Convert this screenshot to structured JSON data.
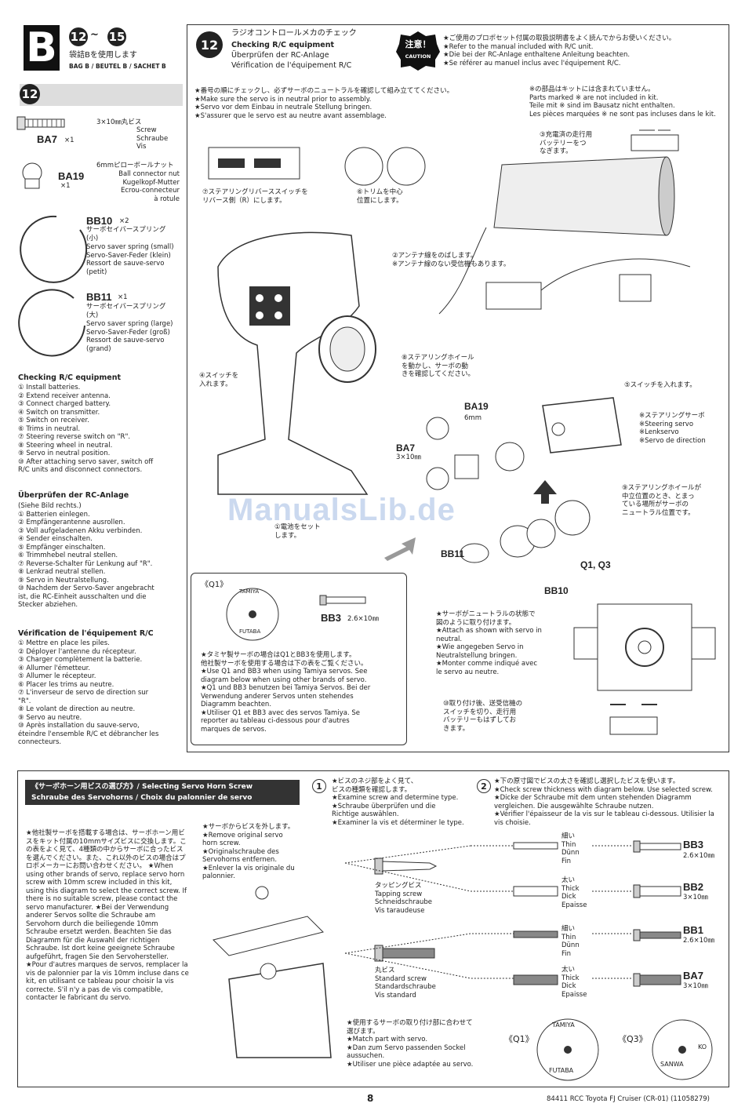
{
  "header": {
    "section_letter": "B",
    "step_range_start": "12",
    "step_range_sep": "~",
    "step_range_end": "15",
    "bag_jp": "袋詰Bを使用します",
    "bag_label": "BAG B / BEUTEL B / SACHET B"
  },
  "parts": {
    "step_badge": "12",
    "ba7": {
      "code": "BA7",
      "qty": "×1",
      "jp": "3×10㎜丸ビス",
      "desc": "Screw\nSchraube\nVis"
    },
    "ba19": {
      "code": "BA19",
      "qty": "×1",
      "jp": "6mmピローボールナット",
      "desc": "Ball connector nut\nKugelkopf-Mutter\nEcrou-connecteur\nà rotule"
    },
    "bb10": {
      "code": "BB10",
      "qty": "×2",
      "jp": "サーボセイバースプリング\n(小)",
      "desc": "Servo saver spring (small)\nServo-Saver-Feder (klein)\nRessort de sauve-servo\n(petit)"
    },
    "bb11": {
      "code": "BB11",
      "qty": "×1",
      "jp": "サーボセイバースプリング\n(大)",
      "desc": "Servo saver spring (large)\nServo-Saver-Feder (groß)\nRessort de sauve-servo\n(grand)"
    }
  },
  "check_lists": {
    "en_title": "Checking R/C equipment",
    "en_items": "① Install batteries.\n② Extend receiver antenna.\n③ Connect charged battery.\n④ Switch on transmitter.\n⑤ Switch on receiver.\n⑥ Trims in neutral.\n⑦ Steering reverse switch on \"R\".\n⑧ Steering wheel in neutral.\n⑨ Servo in neutral position.\n⑩ After attaching servo saver, switch off\nR/C units and disconnect connectors.",
    "de_title": "Überprüfen der RC-Anlage",
    "de_items": "(Siehe Bild rechts.)\n① Batterien einlegen.\n② Empfängerantenne ausrollen.\n③ Voll aufgeladenen Akku verbinden.\n④ Sender einschalten.\n⑤ Empfänger einschalten.\n⑥ Trimmhebel neutral stellen.\n⑦ Reverse-Schalter für Lenkung auf \"R\".\n⑧ Lenkrad neutral stellen.\n⑨ Servo in Neutralstellung.\n⑩ Nachdem der Servo-Saver angebracht\nist, die RC-Einheit ausschalten und die\nStecker abziehen.",
    "fr_title": "Vérification de l'équipement R/C",
    "fr_items": "① Mettre en place les piles.\n② Déployer l'antenne du récepteur.\n③ Charger complètement la batterie.\n④ Allumer l'émetteur.\n⑤ Allumer le récepteur.\n⑥ Placer les trims au neutre.\n⑦ L'inverseur de servo de direction sur\n\"R\".\n⑧ Le volant de direction au neutre.\n⑨ Servo au neutre.\n⑩ Après installation du sauve-servo,\néteindre l'ensemble R/C et débrancher les\nconnecteurs."
  },
  "step12": {
    "number": "12",
    "title_jp": "ラジオコントロールメカのチェック",
    "title_en": "Checking R/C equipment",
    "title_de": "Überprüfen der RC-Anlage",
    "title_fr": "Vérification de l'équipement R/C",
    "caution_jp": "注意！",
    "caution_en": "CAUTION",
    "caution_text": "★ご使用のプロポセット付属の取扱説明書をよく読んでからお使いください。\n★Refer to the manual included with R/C unit.\n★Die bei der RC-Anlage enthaltene Anleitung beachten.\n★Se référer au manuel inclus avec l'équipement R/C.",
    "neutral_note": "★番号の順にチェックし、必ずサーボのニュートラルを確認して組み立ててください。\n★Make sure the servo is in neutral prior to assembly.\n★Servo vor dem Einbau in neutrale Stellung bringen.\n★S'assurer que le servo est au neutre avant assemblage.",
    "not_included": "※の部品はキットには含まれていません。\nParts marked ※ are not included in kit.\nTeile mit ※ sind im Bausatz nicht enthalten.\nLes pièces marquées ※ ne sont pas incluses dans le kit.",
    "c1": "①電池をセット\nします。",
    "c2": "②アンテナ線をのばします。\n※アンテナ線のない受信機もあります。",
    "c3": "③充電済の走行用\nバッテリーをつ\nなぎます。",
    "c4": "④スイッチを\n入れます。",
    "c5": "⑤スイッチを入れます。",
    "c6": "⑥トリムを中心\n位置にします。",
    "c7": "⑦ステアリングリバーススイッチを\nリバース側（R）にします。",
    "c8": "⑧ステアリングホイール\nを動かし、サーボの動\nきを確認してください。",
    "c9": "⑨ステアリングホイールが\n中立位置のとき、とまっ\nている場所がサーボの\nニュートラル位置です。",
    "c10": "⑩取り付け後、送受信機の\nスイッチを切り、走行用\nバッテリーもはずしてお\nきます。",
    "servo_label": "※ステアリングサーボ\n※Steering servo\n※Lenkservo\n※Servo de direction",
    "ba19_label": "BA19",
    "ba19_sub": "6mm",
    "ba7_label": "BA7",
    "ba7_sub": "3×10㎜",
    "bb11_label": "BB11",
    "bb10_label": "BB10",
    "q_label": "Q1, Q3",
    "attach_note": "★サーボがニュートラルの状態で\n図のように取り付けます。\n★Attach as shown with servo in\nneutral.\n★Wie angegeben Servo in\nNeutralstellung bringen.\n★Monter comme indiqué avec\nle servo au neutre.",
    "inset_q1": "《Q1》",
    "inset_bb3": "BB3",
    "inset_bb3_size": "2.6×10㎜",
    "inset_text": "★タミヤ製サーボの場合はQ1とBB3を使用します。\n他社製サーボを使用する場合は下の表をご覧ください。\n★Use Q1 and BB3 when using Tamiya servos. See\ndiagram below when using other brands of servo.\n★Q1 und BB3 benutzen bei Tamiya Servos. Bei der\nVerwendung anderer Servos unten stehendes\nDiagramm beachten.\n★Utiliser Q1 et BB3 avec des servos Tamiya. Se\nreporter au tableau ci-dessous pour d'autres\nmarques de servos.",
    "tamiya": "TAMIYA",
    "futaba": "FUTABA"
  },
  "selecting": {
    "title_line1": "《サーボホーン用ビスの選び方》/ Selecting Servo Horn Screw",
    "title_line2": "Schraube des Servohorns / Choix du palonnier de servo",
    "left_note": "★他社製サーボを搭載する場合は、サーボホーン用ビスをキット付属の10mmサイズビスに交換します。この表をよく見て、4種類の中からサーボに合ったビスを選んでください。また、これ以外のビスの場合はプロポメーカーにお問い合わせください。\n\n★When using other brands of servo, replace servo horn screw with 10mm screw included in this kit, using this diagram to select the correct screw. If there is no suitable screw, please contact the servo manufacturer.\n\n★Bei der Verwendung anderer Servos sollte die Schraube am Servohorn durch die beiliegende 10mm Schraube ersetzt werden. Beachten Sie das Diagramm für die Auswahl der richtigen Schraube. Ist dort keine geeignete Schraube aufgeführt, fragen Sie den Servohersteller.\n\n★Pour d'autres marques de servos, remplacer la vis de palonnier par la vis 10mm incluse dans ce kit, en utilisant ce tableau pour choisir la vis correcte. S'il n'y a pas de vis compatible, contacter le fabricant du servo.",
    "remove_note": "★サーボからビスを外します。\n★Remove original servo\nhorn screw.\n★Originalschraube des\nServohorns entfernen.\n★Enlever la vis originale du\npalonnier.",
    "step1": "1",
    "step1_text": "★ビスのネジ部をよく見て、\nビスの種類を確認します。\n★Examine screw and determine type.\n★Schraube überprüfen und die\nRichtige auswählen.\n★Examiner la vis et déterminer le type.",
    "step2": "2",
    "step2_text": "★下の原寸図でビスの太さを確認し選択したビスを使います。\n★Check screw thickness with diagram below. Use selected screw.\n★Dicke der Schraube mit dem unten stehenden Diagramm\nvergleichen. Die ausgewählte Schraube nutzen.\n★Vérifier l'épaisseur de la vis sur le tableau ci-dessous. Utilisier la\nvis choisie.",
    "tapping": "タッピングビス\nTapping screw\nSchneidschraube\nVis taraudeuse",
    "standard": "丸ビス\nStandard screw\nStandardschraube\nVis standard",
    "thin": "細い\nThin\nDünn\nFin",
    "thick": "太い\nThick\nDick\nEpaisse",
    "bb3": "BB3",
    "bb3_size": "2.6×10㎜",
    "bb2": "BB2",
    "bb2_size": "3×10㎜",
    "bb1": "BB1",
    "bb1_size": "2.6×10㎜",
    "ba7": "BA7",
    "ba7_size": "3×10㎜",
    "match_note": "★使用するサーボの取り付け部に合わせて\n選びます。\n★Match part with servo.\n★Dan zum Servo passenden Sockel\naussuchen.\n★Utiliser une pièce adaptée au servo.",
    "q1": "《Q1》",
    "q3": "《Q3》",
    "tamiya": "TAMIYA",
    "futaba": "FUTABA",
    "ko": "KO",
    "sanwa": "SANWA"
  },
  "footer": {
    "page": "8",
    "doc": "84411 RCC Toyota FJ Cruiser (CR-01) (11058279)"
  },
  "watermark": "ManualsLib.de"
}
